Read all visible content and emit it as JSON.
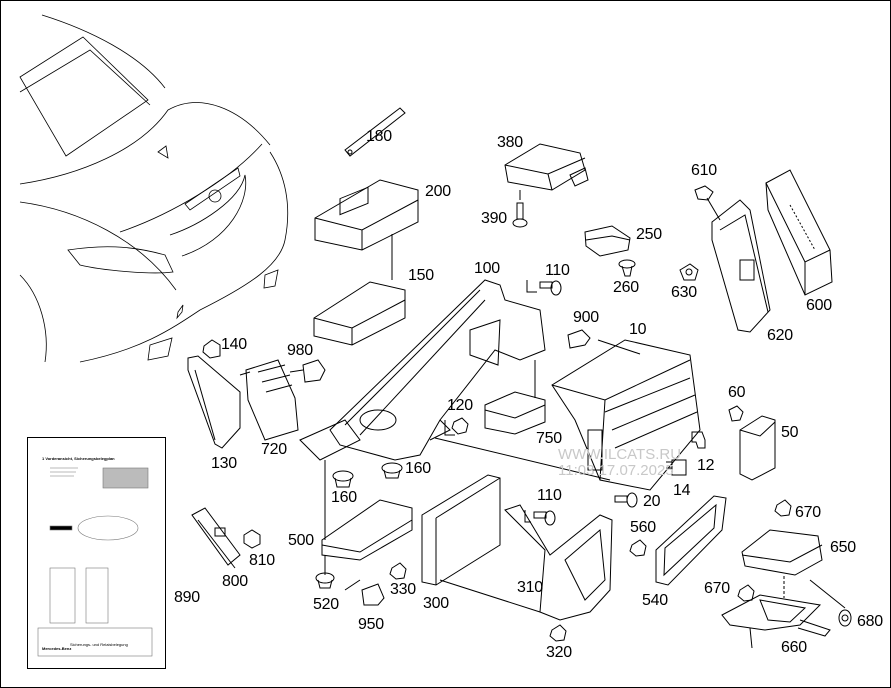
{
  "diagram": {
    "title": "Control units and mounting parts - exploded view",
    "part_labels": [
      {
        "id": "180",
        "text": "180"
      },
      {
        "id": "200",
        "text": "200"
      },
      {
        "id": "380",
        "text": "380"
      },
      {
        "id": "390",
        "text": "390"
      },
      {
        "id": "250",
        "text": "250"
      },
      {
        "id": "260",
        "text": "260"
      },
      {
        "id": "610",
        "text": "610"
      },
      {
        "id": "630",
        "text": "630"
      },
      {
        "id": "600",
        "text": "600"
      },
      {
        "id": "620",
        "text": "620"
      },
      {
        "id": "150",
        "text": "150"
      },
      {
        "id": "100",
        "text": "100"
      },
      {
        "id": "110a",
        "text": "110"
      },
      {
        "id": "900",
        "text": "900"
      },
      {
        "id": "10",
        "text": "10"
      },
      {
        "id": "140",
        "text": "140"
      },
      {
        "id": "980",
        "text": "980"
      },
      {
        "id": "720",
        "text": "720"
      },
      {
        "id": "130",
        "text": "130"
      },
      {
        "id": "120",
        "text": "120"
      },
      {
        "id": "750",
        "text": "750"
      },
      {
        "id": "160a",
        "text": "160"
      },
      {
        "id": "160b",
        "text": "160"
      },
      {
        "id": "60",
        "text": "60"
      },
      {
        "id": "50",
        "text": "50"
      },
      {
        "id": "12",
        "text": "12"
      },
      {
        "id": "14",
        "text": "14"
      },
      {
        "id": "20",
        "text": "20"
      },
      {
        "id": "110b",
        "text": "110"
      },
      {
        "id": "560",
        "text": "560"
      },
      {
        "id": "670a",
        "text": "670"
      },
      {
        "id": "650",
        "text": "650"
      },
      {
        "id": "670b",
        "text": "670"
      },
      {
        "id": "680",
        "text": "680"
      },
      {
        "id": "660",
        "text": "660"
      },
      {
        "id": "540",
        "text": "540"
      },
      {
        "id": "310",
        "text": "310"
      },
      {
        "id": "320",
        "text": "320"
      },
      {
        "id": "300",
        "text": "300"
      },
      {
        "id": "330",
        "text": "330"
      },
      {
        "id": "500",
        "text": "500"
      },
      {
        "id": "520",
        "text": "520"
      },
      {
        "id": "950",
        "text": "950"
      },
      {
        "id": "810",
        "text": "810"
      },
      {
        "id": "800",
        "text": "800"
      },
      {
        "id": "890",
        "text": "890"
      }
    ],
    "watermark": {
      "line1": "WWW.ILCATS.RU",
      "line2": "11:03 17.07.2025"
    },
    "document_890": {
      "heading": "1  Vorderansicht, Sicherungsbelegplan",
      "footer_brand": "Mercedes-Benz",
      "footer_text": "Sicherungs- und Relaisbelegung"
    },
    "colors": {
      "line": "#000000",
      "watermark": "#c8c8c8",
      "background": "#ffffff"
    }
  }
}
